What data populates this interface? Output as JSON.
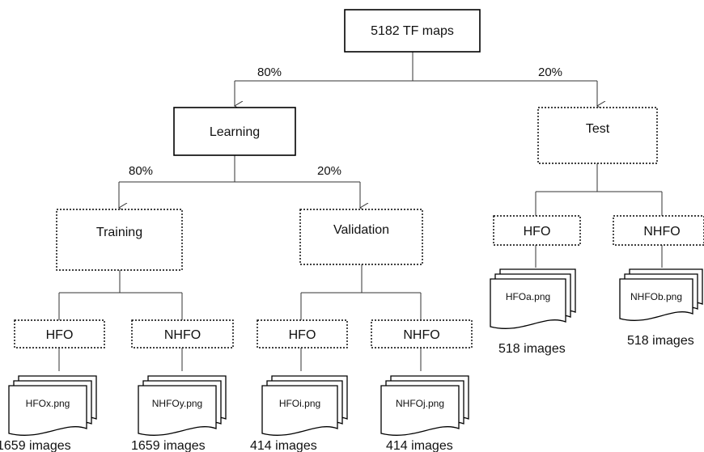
{
  "root": {
    "label": "5182 TF maps"
  },
  "split_top": {
    "left_pct": "80%",
    "right_pct": "20%"
  },
  "learning": {
    "label": "Learning"
  },
  "test": {
    "label": "Test"
  },
  "split_learning": {
    "left_pct": "80%",
    "right_pct": "20%"
  },
  "training": {
    "label": "Training"
  },
  "validation": {
    "label": "Validation"
  },
  "training_hfo": {
    "label": "HFO",
    "file": "HFOx.png",
    "count": "1659 images"
  },
  "training_nhfo": {
    "label": "NHFO",
    "file": "NHFOy.png",
    "count": "1659 images"
  },
  "validation_hfo": {
    "label": "HFO",
    "file": "HFOi.png",
    "count": "414 images"
  },
  "validation_nhfo": {
    "label": "NHFO",
    "file": "NHFOj.png",
    "count": "414 images"
  },
  "test_hfo": {
    "label": "HFO",
    "file": "HFOa.png",
    "count": "518 images"
  },
  "test_nhfo": {
    "label": "NHFO",
    "file": "NHFOb.png",
    "count": "518 images"
  }
}
